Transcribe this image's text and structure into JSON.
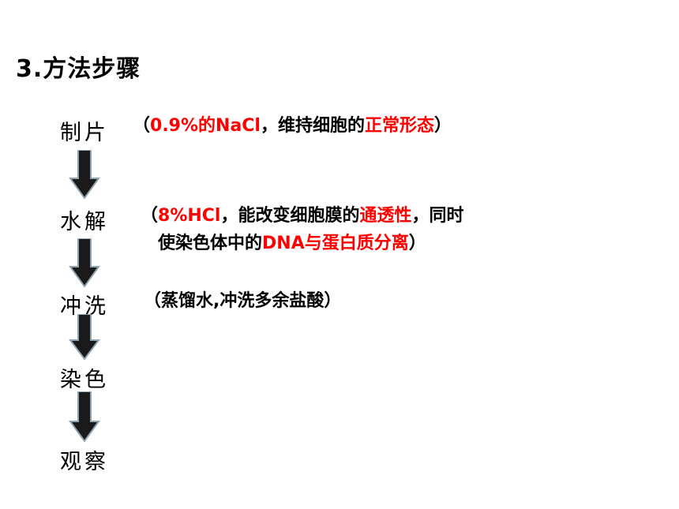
{
  "title": "3.方法步骤",
  "steps": [
    {
      "label": "制片"
    },
    {
      "label": "水解"
    },
    {
      "label": "冲洗"
    },
    {
      "label": "染色"
    },
    {
      "label": "观察"
    }
  ],
  "notes": {
    "zhipian": {
      "open": "（",
      "red1": "0.9%的NaCl",
      "mid": "，维持细胞的",
      "red2": "正常形态",
      "close": "）"
    },
    "shuijie": {
      "line1_open": "（",
      "line1_red1": "8%HCl",
      "line1_mid": "，能改变细胞膜的",
      "line1_red2": "通透性",
      "line1_end": "，同时",
      "line2_start": "使染色体中的",
      "line2_red": "DNA与蛋白质分离",
      "line2_close": "）"
    },
    "chongxi": {
      "text": "（蒸馏水,冲洗多余盐酸）"
    }
  },
  "colors": {
    "highlight": "#ff0000",
    "text": "#000000",
    "arrow_fill": "#1a1a1a",
    "arrow_edge": "#8fa3b0"
  },
  "icons": {
    "flow_arrow": "down-arrow-icon"
  }
}
